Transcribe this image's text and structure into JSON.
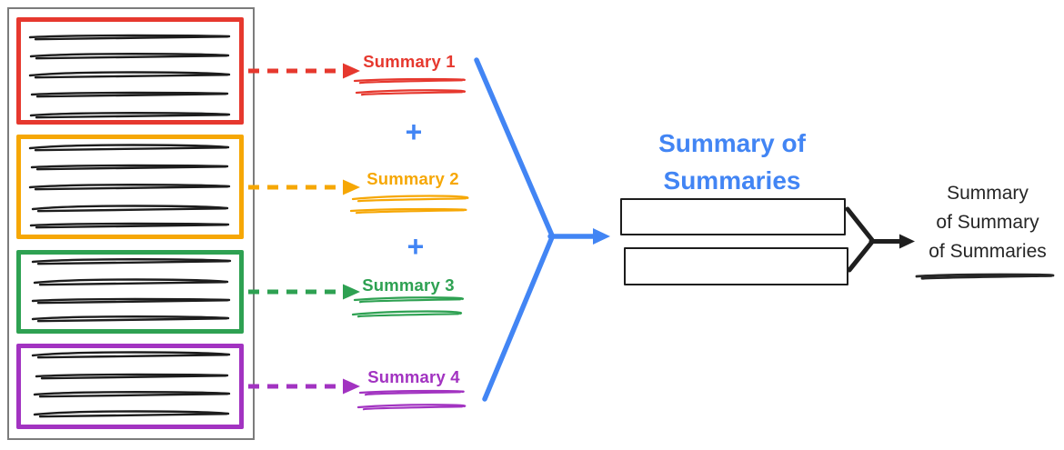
{
  "source_document": {
    "description": "document split into colored sections",
    "sections": [
      {
        "id": 1,
        "color": "#e6382e",
        "line_count": 5
      },
      {
        "id": 2,
        "color": "#f6a704",
        "line_count": 5
      },
      {
        "id": 3,
        "color": "#2ea152",
        "line_count": 4
      },
      {
        "id": 4,
        "color": "#a233c1",
        "line_count": 4
      }
    ],
    "frame_color": "#7c7c7c"
  },
  "summaries": [
    {
      "label": "Summary 1",
      "color": "#e6382e"
    },
    {
      "label": "Summary 2",
      "color": "#f6a704"
    },
    {
      "label": "Summary 3",
      "color": "#2ea152"
    },
    {
      "label": "Summary 4",
      "color": "#a233c1"
    }
  ],
  "operators": {
    "plus": "+"
  },
  "summary_of_summaries": {
    "title_line1": "Summary of",
    "title_line2": "Summaries",
    "color": "#4285f4",
    "box_count": 2
  },
  "final_summary": {
    "label_line1": "Summary",
    "label_line2": "of Summary",
    "label_line3": "of Summaries",
    "color": "#262626"
  }
}
